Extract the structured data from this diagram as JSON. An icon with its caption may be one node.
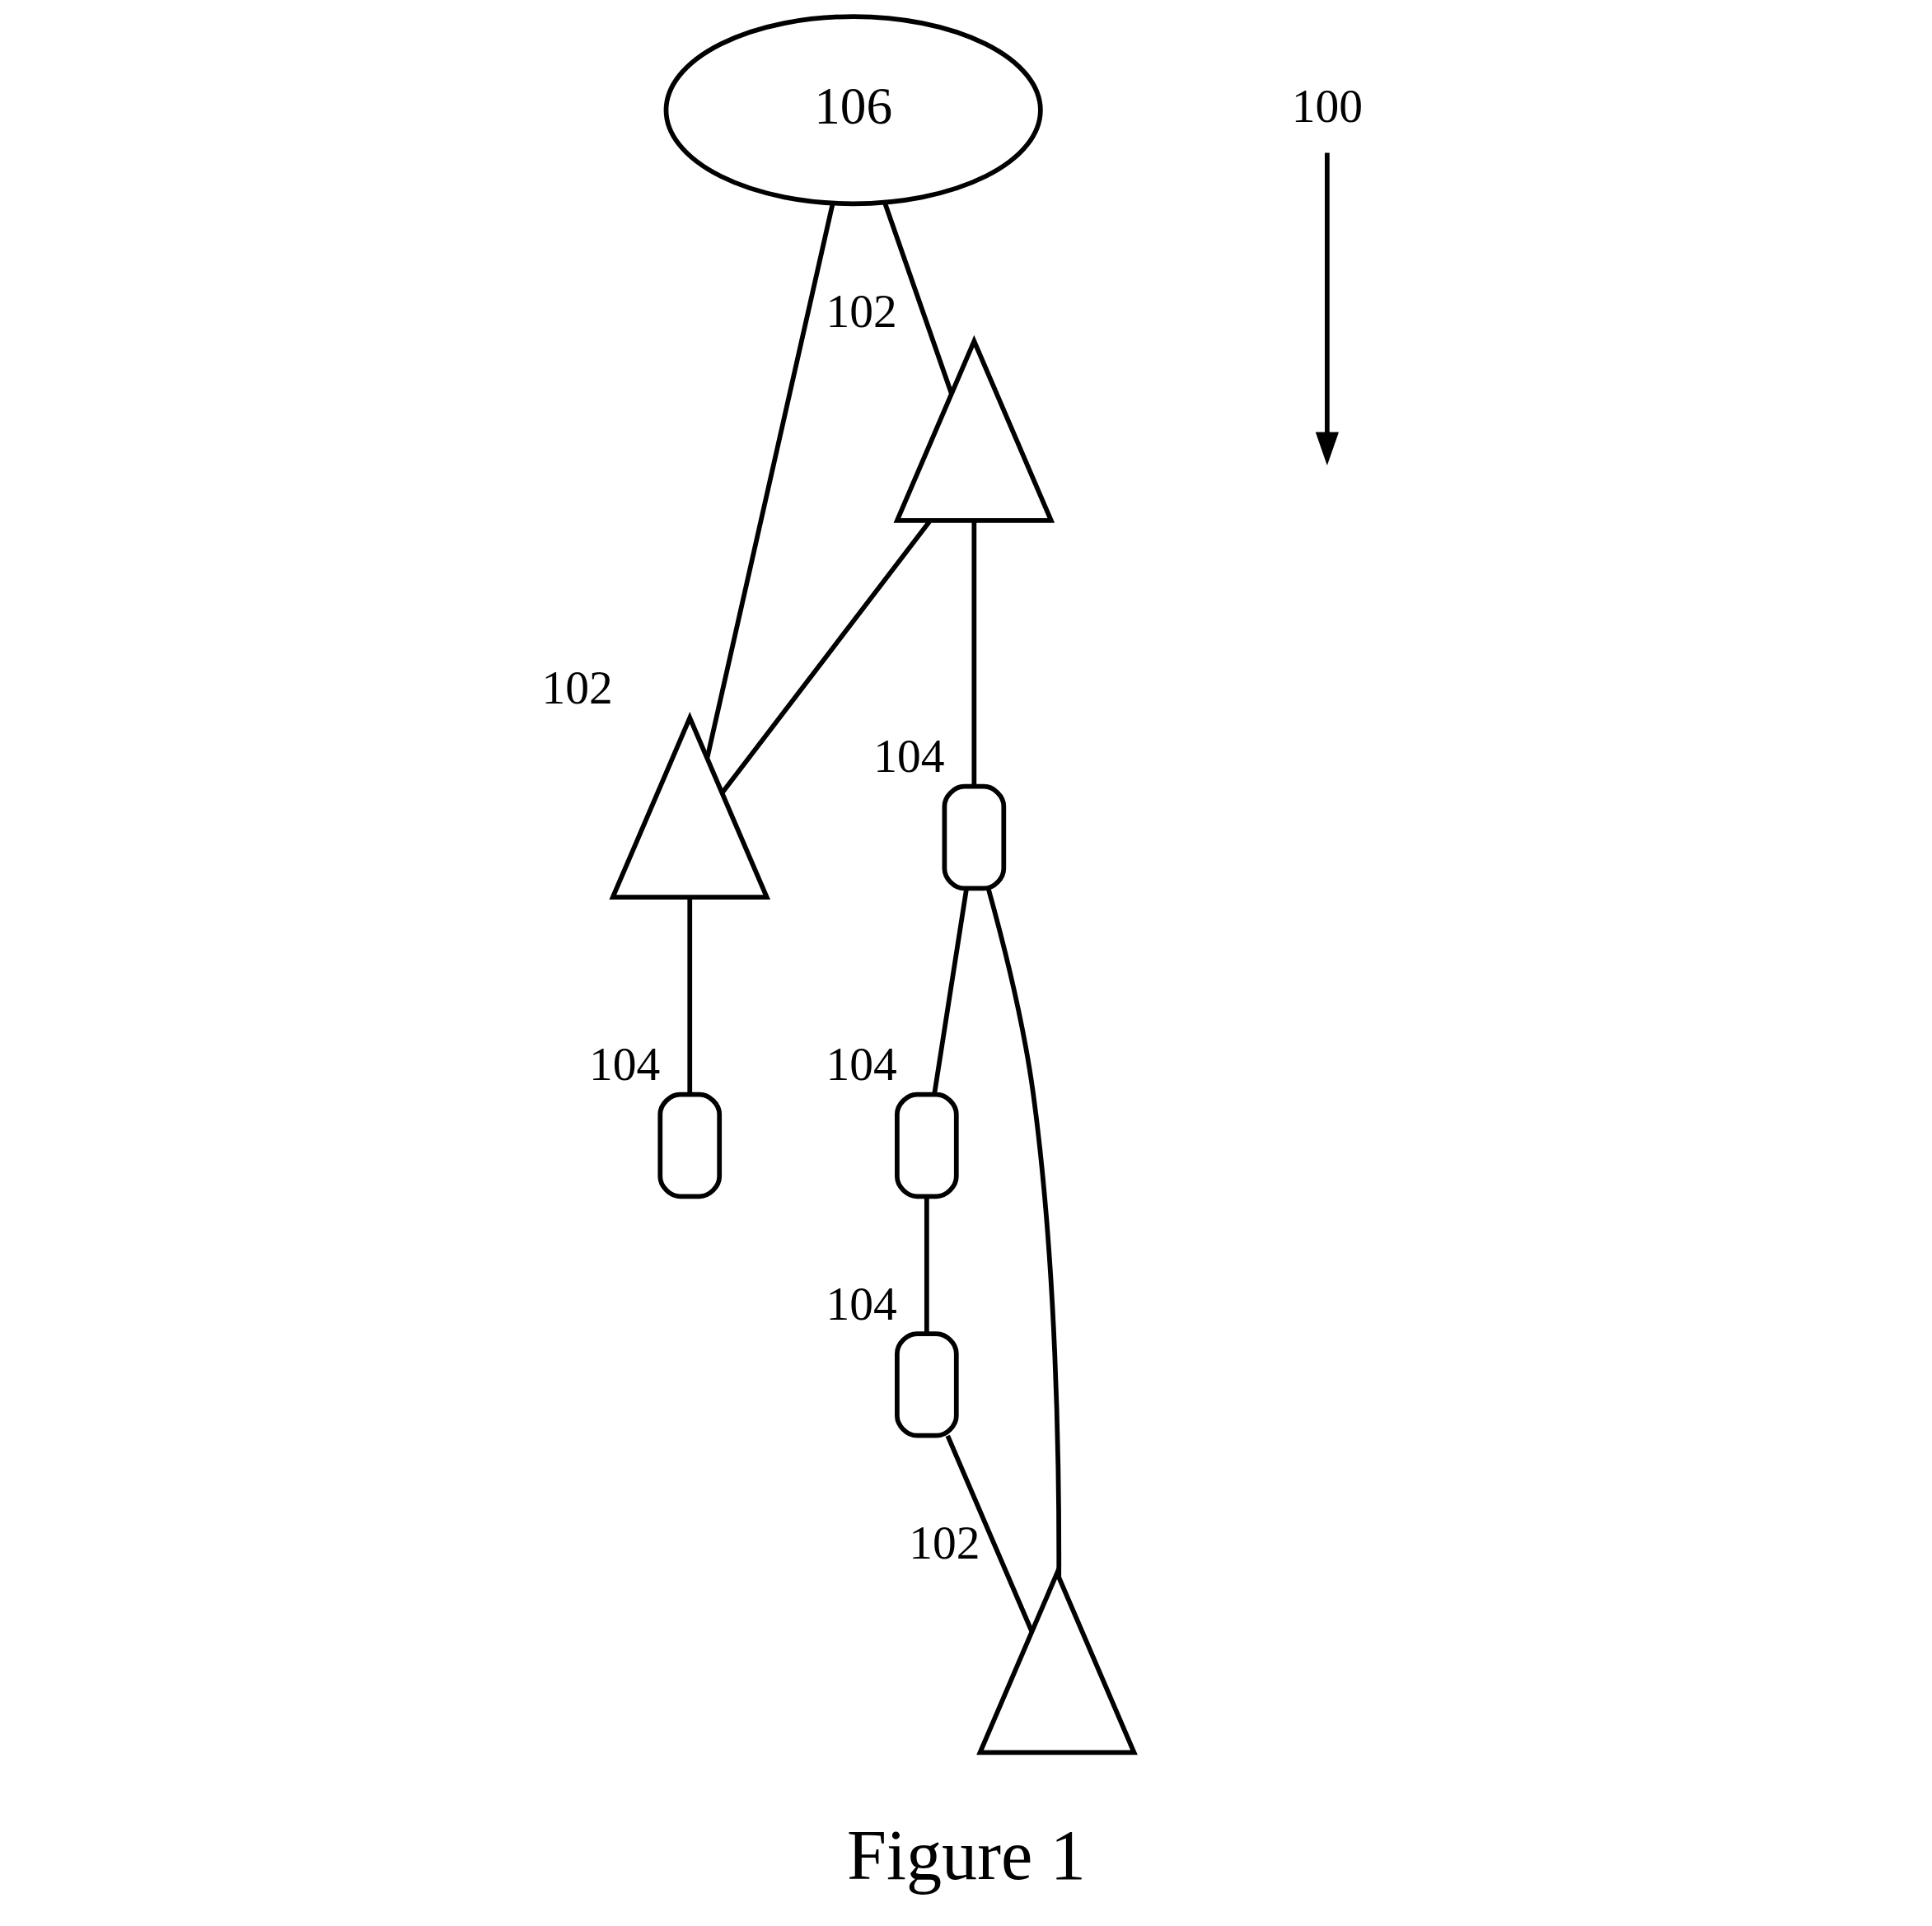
{
  "diagram": {
    "caption": "Figure 1",
    "nodes": [
      {
        "text": [
          "106"
        ]
      },
      {
        "text": [],
        "shape": "tower",
        "beside": [
          "102"
        ]
      },
      {
        "text": [],
        "shape": "tower",
        "beside": [
          "102"
        ]
      },
      {
        "text": [],
        "shape": "phone",
        "beside": [
          "104"
        ]
      },
      {
        "text": [],
        "shape": "phone",
        "beside": [
          "104"
        ]
      },
      {
        "text": [],
        "shape": "phone",
        "beside": [
          "104"
        ]
      },
      {
        "text": [],
        "shape": "tower",
        "beside": [
          "102"
        ]
      },
      {
        "text": [],
        "shape": "phone",
        "beside": [
          "104"
        ]
      },
      {
        "text": [
          "100"
        ]
      }
    ],
    "edges": [
      {
        "from": 0,
        "to": 1,
        "arrow": "none"
      },
      {
        "from": 0,
        "to": 2,
        "arrow": "none"
      },
      {
        "from": 2,
        "to": 1,
        "arrow": "none"
      },
      {
        "from": 1,
        "to": 3,
        "arrow": "none"
      },
      {
        "from": 2,
        "to": 4,
        "arrow": "none"
      },
      {
        "from": 4,
        "to": 6,
        "arrow": "none"
      },
      {
        "from": 4,
        "to": 5,
        "arrow": "none"
      },
      {
        "from": 5,
        "to": 7,
        "arrow": "none"
      },
      {
        "from": 7,
        "to": 6,
        "arrow": "none"
      },
      {
        "from": 8,
        "to": null,
        "arrow": "to"
      }
    ]
  }
}
